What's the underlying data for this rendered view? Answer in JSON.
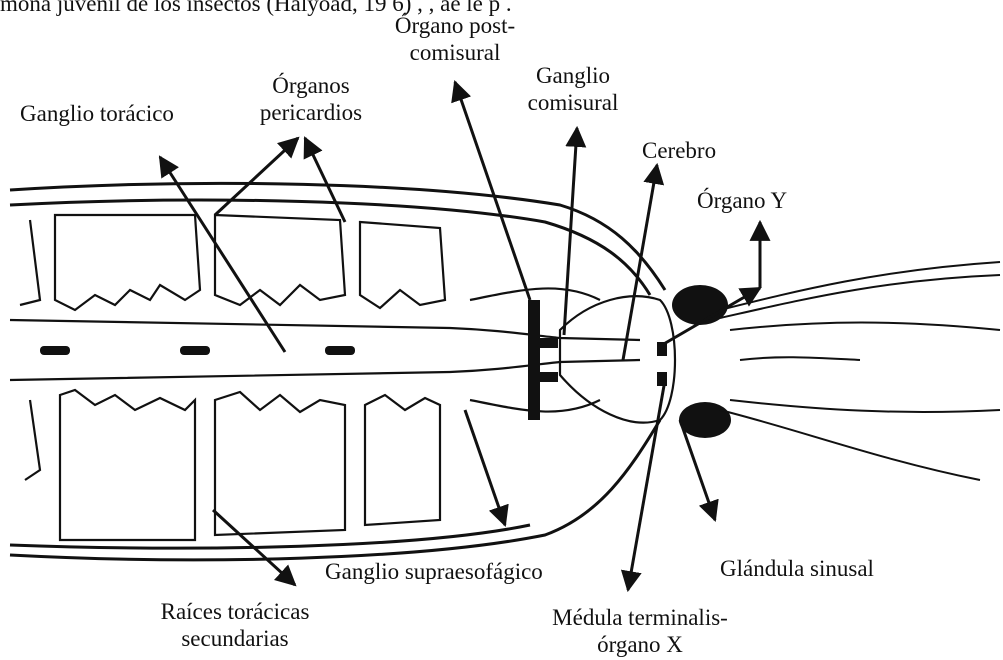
{
  "caption": "mona juvenil de los insectos (Halyoad, 19 6) , , ae le p .",
  "labels": {
    "organo_postcomisural": [
      "Órgano post-",
      "comisural"
    ],
    "ganglio_comisural": [
      "Ganglio",
      "comisural"
    ],
    "organos_pericardios": [
      "Órganos",
      "pericardios"
    ],
    "ganglio_toracico": "Ganglio torácico",
    "cerebro": "Cerebro",
    "organo_y": "Órgano Y",
    "ganglio_supraesofagico": "Ganglio supraesofágico",
    "glandula_sinusal": "Glándula sinusal",
    "raices_toracicas": [
      "Raíces torácicas",
      "secundarias"
    ],
    "medula_terminalis": [
      "Médula terminalis-",
      "órgano X"
    ]
  },
  "colors": {
    "ink": "#111111",
    "paper": "#ffffff"
  }
}
